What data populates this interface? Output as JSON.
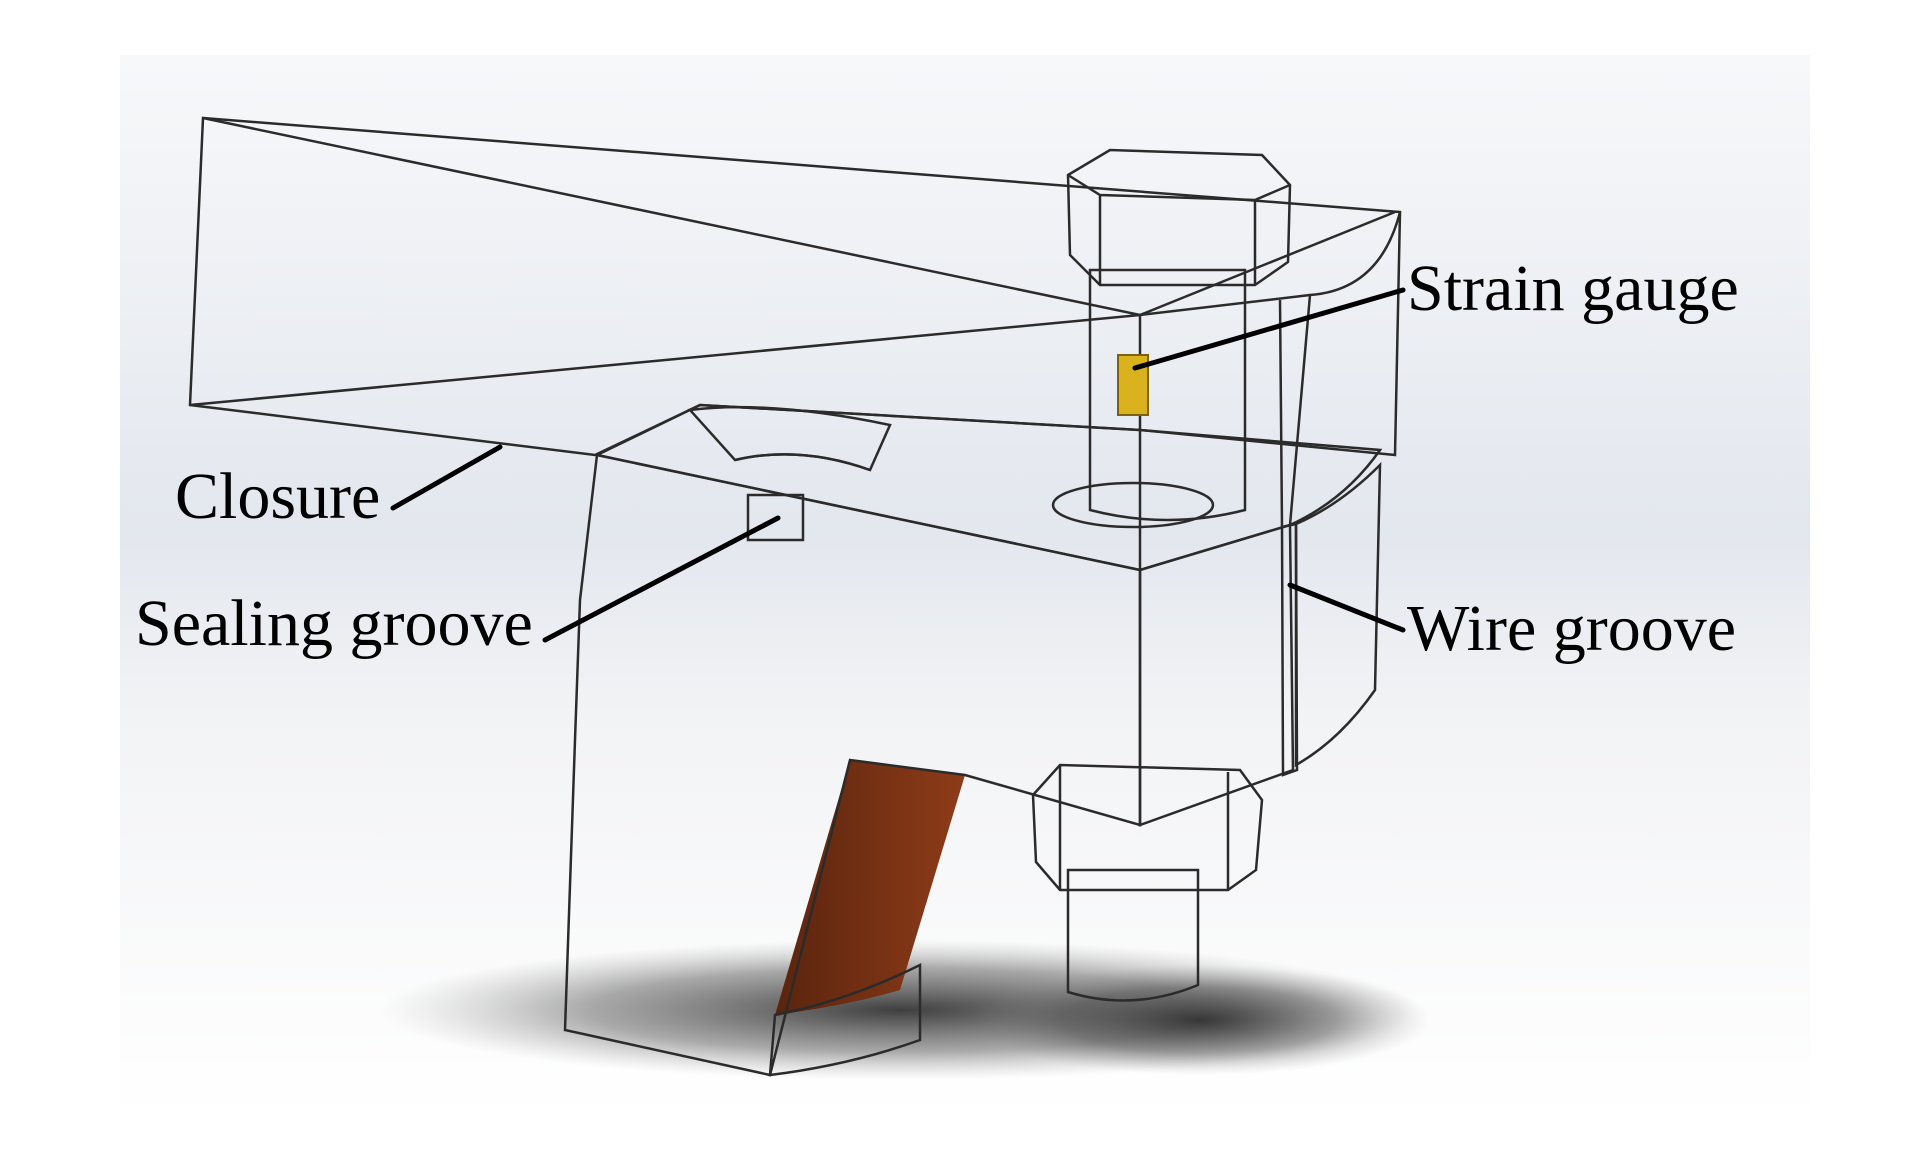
{
  "figure": {
    "labels": {
      "strain_gauge": "Strain gauge",
      "closure": "Closure",
      "sealing_groove": "Sealing groove",
      "wire_groove": "Wire groove"
    },
    "colors": {
      "body_orange": "#E8743B",
      "body_top": "#D96A33",
      "body_shadow": "#6A2C12",
      "bolt_gray": "#D8D6D2",
      "gauge_yellow": "#D9B21E",
      "closure_fill": "#E4E8EE",
      "background_top": "#F4F5F8",
      "background_bottom": "#DCE0E8"
    }
  }
}
